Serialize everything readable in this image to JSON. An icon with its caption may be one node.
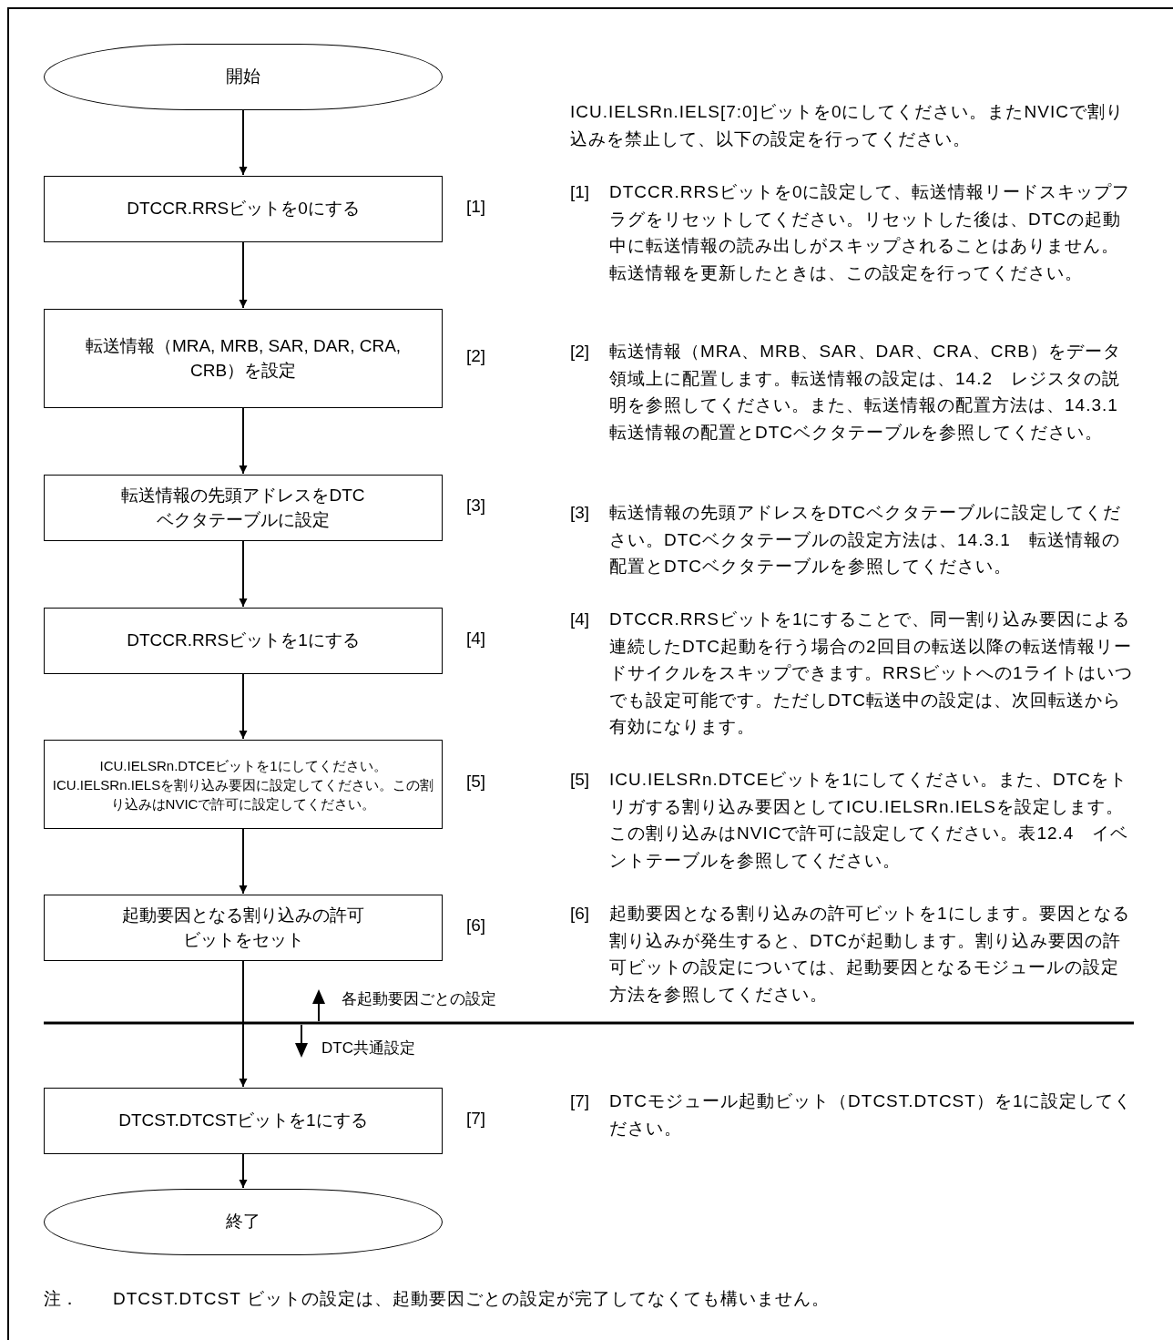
{
  "diagram": {
    "nodes": [
      {
        "text": [
          "開始"
        ]
      },
      {
        "text": [
          "DTCCR.RRSビットを0にする"
        ],
        "beside": [
          "[1]"
        ]
      },
      {
        "text": [
          "転送情報（MRA, MRB, SAR, DAR, CRA, CRB）を設定"
        ],
        "beside": [
          "[2]"
        ]
      },
      {
        "text": [
          "転送情報の先頭アドレスをDTCベクタテーブルに設定"
        ],
        "beside": [
          "[3]"
        ]
      },
      {
        "text": [
          "DTCCR.RRSビットを1にする"
        ],
        "beside": [
          "[4]"
        ]
      },
      {
        "text": [
          "ICU.IELSRn.DTCEビットを1にしてください。ICU.IELSRn.IELSを割り込み要因に設定してください。この割り込みはNVICで許可に設定してください。"
        ],
        "beside": [
          "[5]"
        ]
      },
      {
        "text": [
          "起動要因となる割り込みの許可ビットをセット"
        ],
        "beside": [
          "[6]"
        ]
      },
      {
        "text": [
          "DTCST.DTCSTビットを1にする"
        ],
        "beside": [
          "[7]"
        ]
      },
      {
        "text": [
          "終了"
        ]
      }
    ],
    "edges": [
      {
        "from": 0,
        "to": 1,
        "arrow": "to"
      },
      {
        "from": 1,
        "to": 2,
        "arrow": "to"
      },
      {
        "from": 2,
        "to": 3,
        "arrow": "to"
      },
      {
        "from": 3,
        "to": 4,
        "arrow": "to"
      },
      {
        "from": 4,
        "to": 5,
        "arrow": "to"
      },
      {
        "from": 5,
        "to": 6,
        "arrow": "to"
      },
      {
        "from": 6,
        "to": 7,
        "arrow": "to"
      },
      {
        "from": 7,
        "to": 8,
        "arrow": "to"
      }
    ],
    "labels": [
      "ICU.IELSRn.IELS[7:0]ビットを0にしてください。またNVICで割り込みを禁止して、以下の設定を行ってください。",
      "[1]",
      "DTCCR.RRSビットを0に設定して、転送情報リードスキップフラグをリセットしてください。リセットした後は、DTCの起動中に転送情報の読み出しがスキップされることはありません。転送情報を更新したときは、この設定を行ってください。",
      "[2]",
      "転送情報（MRA、MRB、SAR、DAR、CRA、CRB）をデータ領域上に配置します。転送情報の設定は、14.2　レジスタの説明を参照してください。また、転送情報の配置方法は、14.3.1　転送情報の配置とDTCベクタテーブルを参照してください。",
      "[3]",
      "転送情報の先頭アドレスをDTCベクタテーブルに設定してください。DTCベクタテーブルの設定方法は、14.3.1　転送情報の配置とDTCベクタテーブルを参照してください。",
      "[4]",
      "DTCCR.RRSビットを1にすることで、同一割り込み要因による連続したDTC起動を行う場合の2回目の転送以降の転送情報リードサイクルをスキップできます。RRSビットへの1ライトはいつでも設定可能です。ただしDTC転送中の設定は、次回転送から有効になります。",
      "[5]",
      "ICU.IELSRn.DTCEビットを1にしてください。また、DTCをトリガする割り込み要因としてICU.IELSRn.IELSを設定します。この割り込みはNVICで許可に設定してください。表12.4　イベントテーブルを参照してください。",
      "[6]",
      "起動要因となる割り込みの許可ビットを1にします。要因となる割り込みが発生すると、DTCが起動します。割り込み要因の許可ビットの設定については、起動要因となるモジュールの設定方法を参照してください。",
      "各起動要因ごとの設定",
      "DTC共通設定",
      "[7]",
      "DTCモジュール起動ビット（DTCST.DTCST）を1に設定してください。",
      "注．",
      "DTCST.DTCST ビットの設定は、起動要因ごとの設定が完了してなくても構いません。"
    ]
  }
}
